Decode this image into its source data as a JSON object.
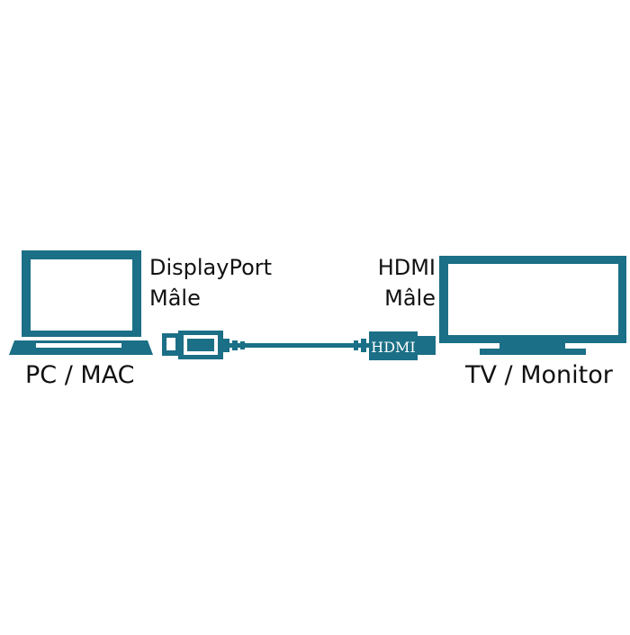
{
  "colors": {
    "accent": "#1b6f86",
    "background": "#ffffff",
    "text": "#111111",
    "screen": "#ffffff"
  },
  "left_device": {
    "icon": "laptop-icon",
    "label": "PC / MAC",
    "connector_label_line1": "DisplayPort",
    "connector_label_line2": "Mâle"
  },
  "right_device": {
    "icon": "monitor-icon",
    "label": "TV / Monitor",
    "connector_label_line1": "HDMI",
    "connector_label_line2": "Mâle"
  },
  "cable": {
    "left_plug_icon": "displayport-plug-icon",
    "right_plug_icon": "hdmi-plug-icon",
    "hdmi_plug_text": "HDMI"
  }
}
